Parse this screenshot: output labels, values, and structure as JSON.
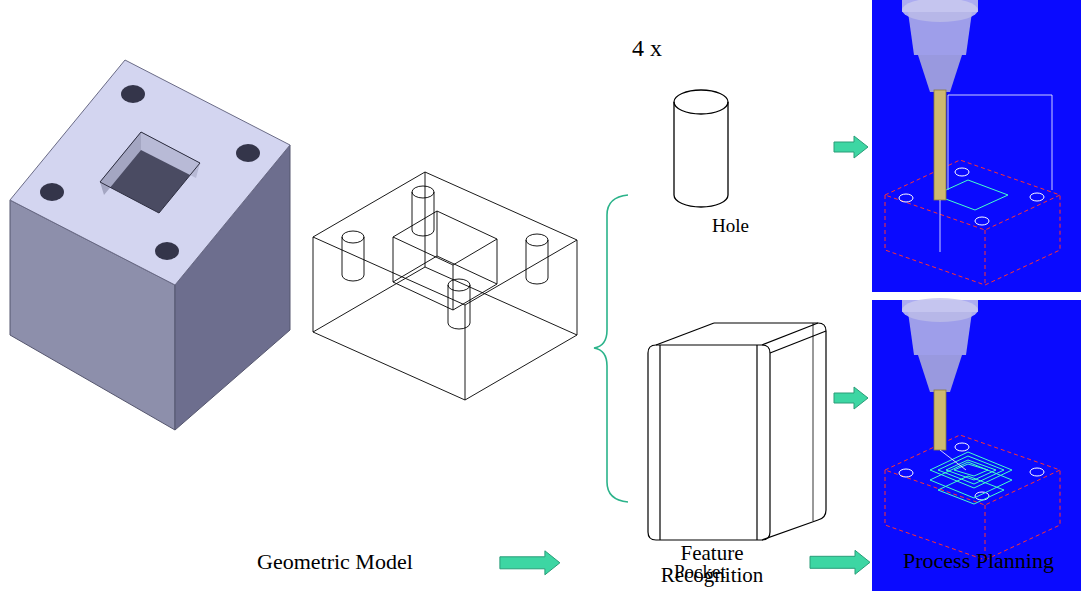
{
  "diagram": {
    "nodes": [
      {
        "text": [
          "Geometric Model"
        ]
      },
      {
        "text": [
          "Feature Recognition"
        ]
      },
      {
        "text": [
          "Process Planning"
        ]
      }
    ],
    "edges": [
      {
        "from": 0,
        "to": 1,
        "arrow": "to"
      },
      {
        "from": 1,
        "to": 2,
        "arrow": "to"
      }
    ],
    "labels": [
      "4 x",
      "Hole",
      "Pocket"
    ]
  }
}
